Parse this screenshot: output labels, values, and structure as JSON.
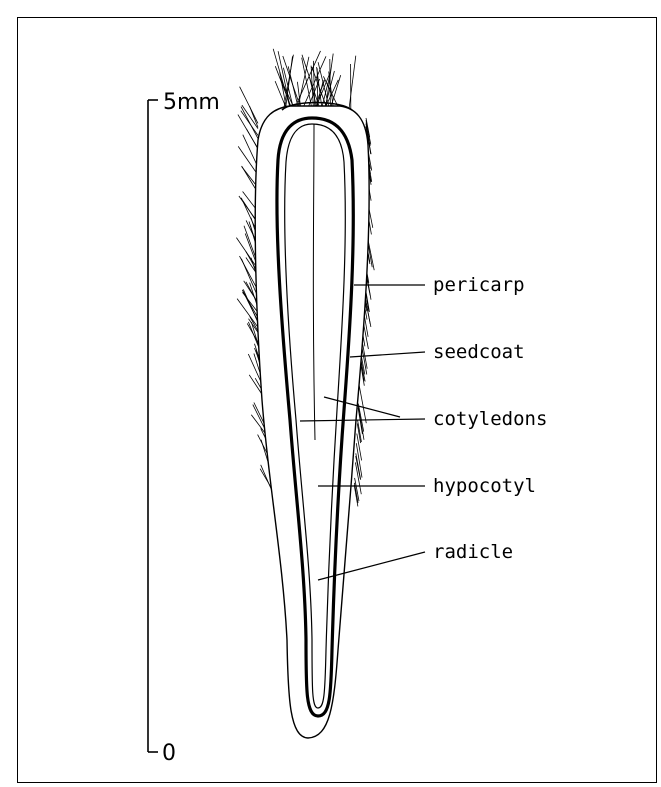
{
  "scale_bar": {
    "top_label": "5mm",
    "bottom_label": "0"
  },
  "labels": {
    "pericarp": "pericarp",
    "seedcoat": "seedcoat",
    "cotyledons": "cotyledons",
    "hypocotyl": "hypocotyl",
    "radicle": "radicle"
  },
  "colors": {
    "ink": "#000000",
    "background": "#ffffff"
  }
}
